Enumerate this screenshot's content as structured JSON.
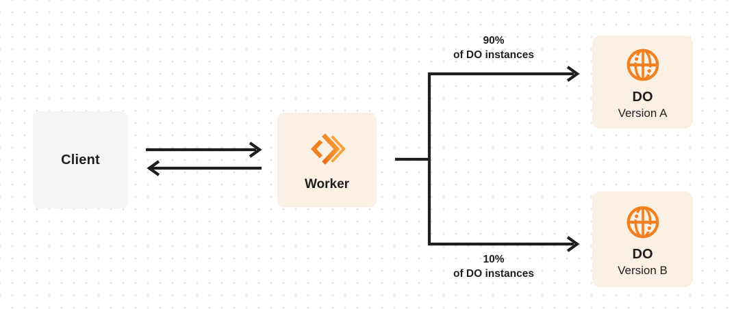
{
  "colors": {
    "accent": "#F38020",
    "accent-light": "#F6A23C",
    "box-cream": "#FAF1E4",
    "box-gray": "#F5F5F6",
    "line": "#1F1F1F",
    "text": "#1E1E1E",
    "dot": "#E5E5E5",
    "bg": "#FFFFFF"
  },
  "nodes": {
    "client": {
      "label": "Client"
    },
    "worker": {
      "label": "Worker",
      "icon": "workers-icon"
    },
    "do_a": {
      "title": "DO",
      "subtitle": "Version A",
      "icon": "globe-icon"
    },
    "do_b": {
      "title": "DO",
      "subtitle": "Version B",
      "icon": "globe-icon"
    }
  },
  "edges": {
    "top_branch": {
      "percent": "90%",
      "caption": "of DO instances"
    },
    "bottom_branch": {
      "percent": "10%",
      "caption": "of DO instances"
    }
  }
}
